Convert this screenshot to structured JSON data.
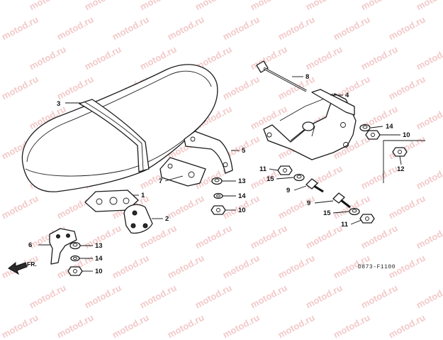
{
  "watermark": "motod.ru",
  "drawing_code": "D873-F1100",
  "direction_label": "FR.",
  "callouts": {
    "c1": "1",
    "c2": "2",
    "c3": "3",
    "c4": "4",
    "c5": "5",
    "c6": "6",
    "c7": "7",
    "c8": "8",
    "c9a": "9",
    "c9b": "9",
    "c10a": "10",
    "c10b": "10",
    "c10c": "10",
    "c11a": "11",
    "c11b": "11",
    "c12": "12",
    "c13a": "13",
    "c13b": "13",
    "c14a": "14",
    "c14b": "14",
    "c14c": "14",
    "c15a": "15",
    "c15b": "15"
  }
}
